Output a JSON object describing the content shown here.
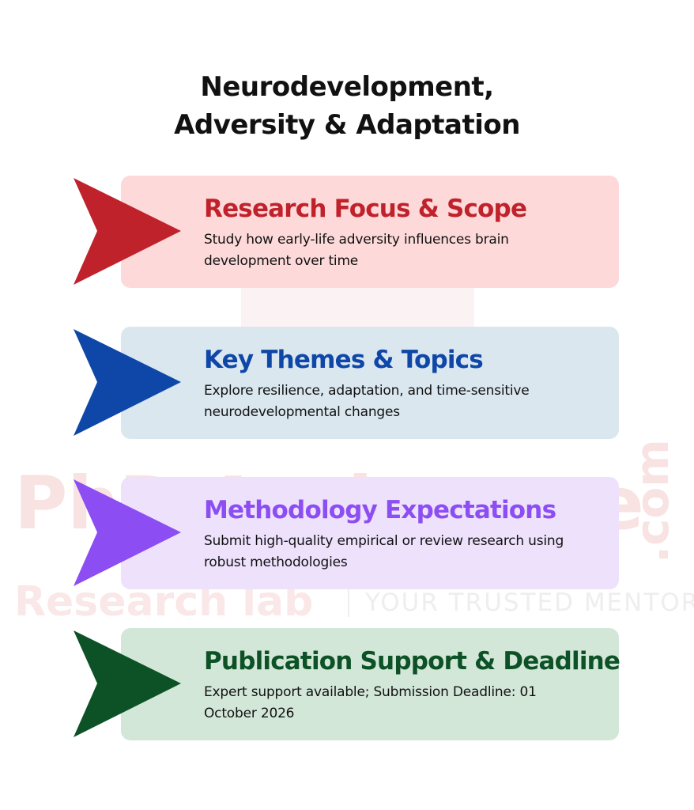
{
  "title": {
    "line1": "Neurodevelopment,",
    "line2": "Adversity & Adaptation"
  },
  "watermark": {
    "brand": "PhD Assistance",
    "domain": ".com",
    "sub_left": "Research lab",
    "sub_right": "YOUR TRUSTED MENTOR"
  },
  "items": [
    {
      "heading": "Research Focus & Scope",
      "text": "Study how early-life adversity influences brain development over time",
      "accent": "#c0222c",
      "card_bg": "#fdd9da"
    },
    {
      "heading": "Key Themes & Topics",
      "text": "Explore resilience, adaptation, and time-sensitive neurodevelopmental changes",
      "accent": "#0f47a8",
      "card_bg": "#dae7ef"
    },
    {
      "heading": "Methodology Expectations",
      "text": "Submit high-quality empirical or review research using robust methodologies",
      "accent": "#8c4ef2",
      "card_bg": "#ede1fc"
    },
    {
      "heading": "Publication Support & Deadline",
      "text": "Expert support available; Submission Deadline: 01 October 2026",
      "accent": "#0d5226",
      "card_bg": "#d3e7d9"
    }
  ]
}
